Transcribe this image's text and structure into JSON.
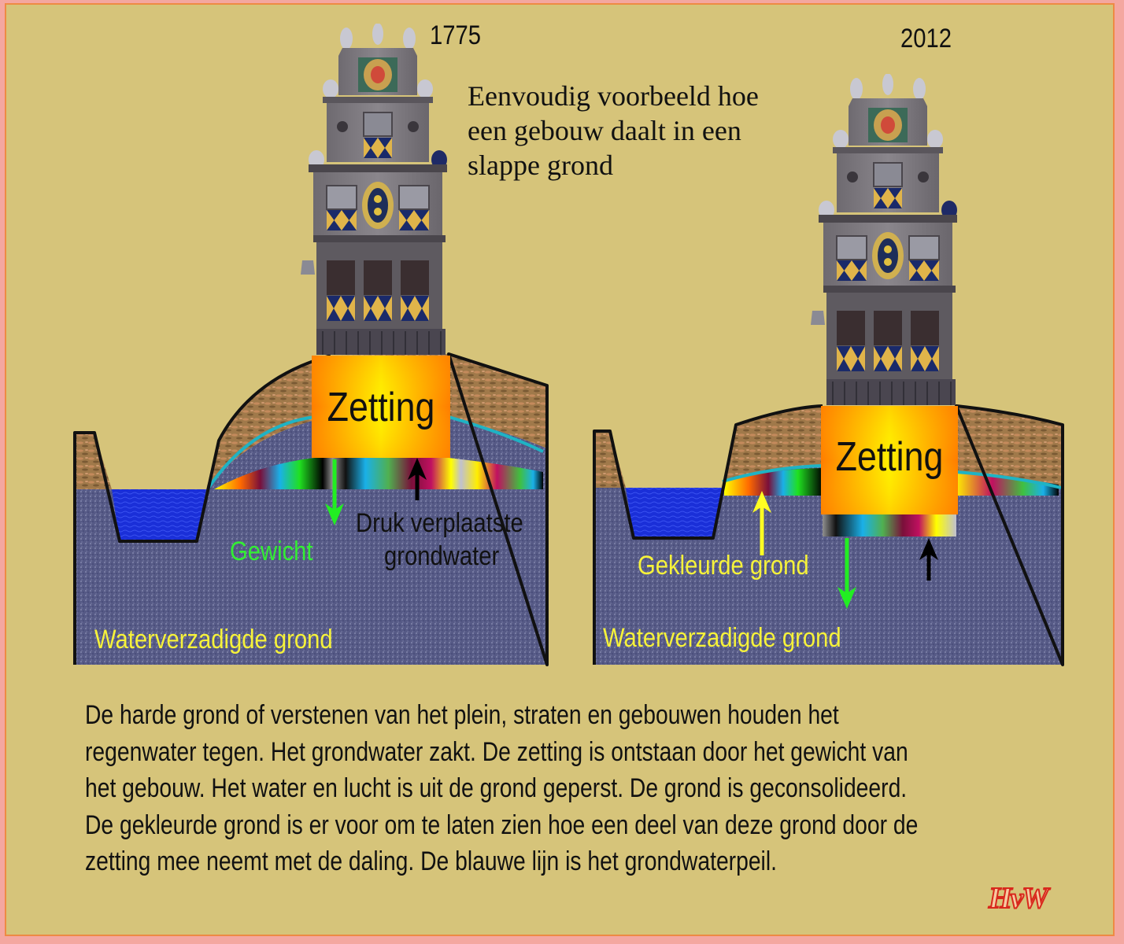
{
  "title": "Eenvoudig voorbeeld hoe een gebouw daalt in een slappe grond",
  "title_lines": [
    "Eenvoudig voorbeeld hoe",
    "een gebouw daalt in een",
    "slappe grond"
  ],
  "colors": {
    "background": "#d6c47a",
    "border": "#ee8a44",
    "outer_border": "#f4a7a0",
    "soil_saturated": "#565a86",
    "soil_dry": "#a07a4a",
    "water": "#1a2fd8",
    "groundwater_line": "#1fb3c4",
    "zetting_box_center": "#ffef00",
    "zetting_box_edge": "#ff7d00",
    "arrow_weight": "#22ee22",
    "arrow_pressure": "#000000",
    "arrow_colored": "#ffff22",
    "label_yellow": "#f6f23a",
    "label_green": "#33ee33",
    "signature": "#d8281c"
  },
  "panels": [
    {
      "year": "1775",
      "building": "historic-facade",
      "zetting_label": "Zetting",
      "labels": {
        "weight": "Gewicht",
        "pressure_line1": "Druk verplaatste",
        "pressure_line2": "grondwater",
        "saturated": "Waterverzadigde grond"
      }
    },
    {
      "year": "2012",
      "building": "historic-facade",
      "zetting_label": "Zetting",
      "labels": {
        "colored_soil": "Gekleurde grond",
        "saturated": "Waterverzadigde grond"
      }
    }
  ],
  "caption_lines": [
    "De harde grond of verstenen van het plein, straten en gebouwen houden het",
    "regenwater tegen. Het grondwater zakt.  De zetting is ontstaan door het gewicht van",
    "het gebouw. Het  water en lucht is uit de grond geperst. De grond is geconsolideerd.",
    "De gekleurde grond is er voor om te laten zien hoe een deel van deze grond door de",
    "zetting mee neemt  met de daling. De blauwe lijn is het grondwaterpeil."
  ],
  "signature": "HvW"
}
